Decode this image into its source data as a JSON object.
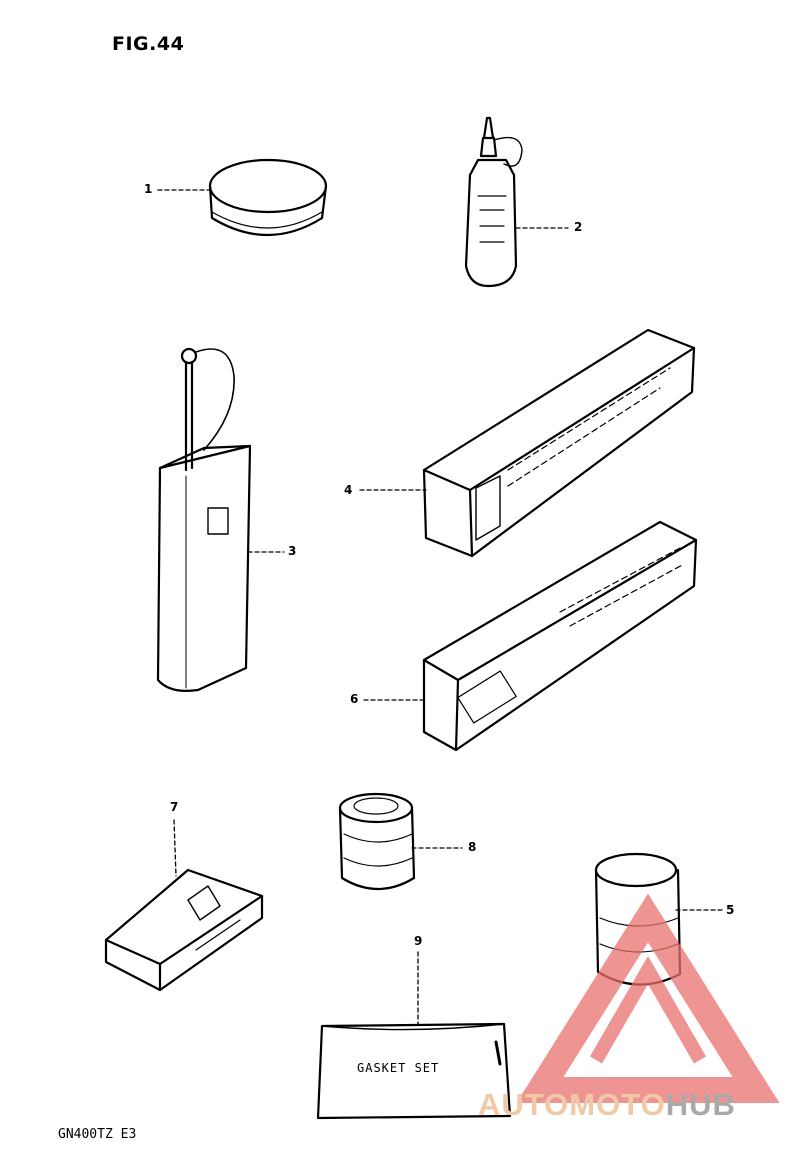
{
  "figure": {
    "title": "FIG.44",
    "model_code": "GN400TZ  E3"
  },
  "callouts": {
    "c1": "1",
    "c2": "2",
    "c3": "3",
    "c4": "4",
    "c5": "5",
    "c6": "6",
    "c7": "7",
    "c8": "8",
    "c9": "9"
  },
  "labels": {
    "gasket_set": "GASKET SET"
  },
  "watermark": {
    "part_a": "AUTOMOTO",
    "part_b": "HUB",
    "colors": {
      "triangle": "#e8706e",
      "text_a": "#f0c9a6",
      "text_b": "#a9a9a9"
    }
  }
}
